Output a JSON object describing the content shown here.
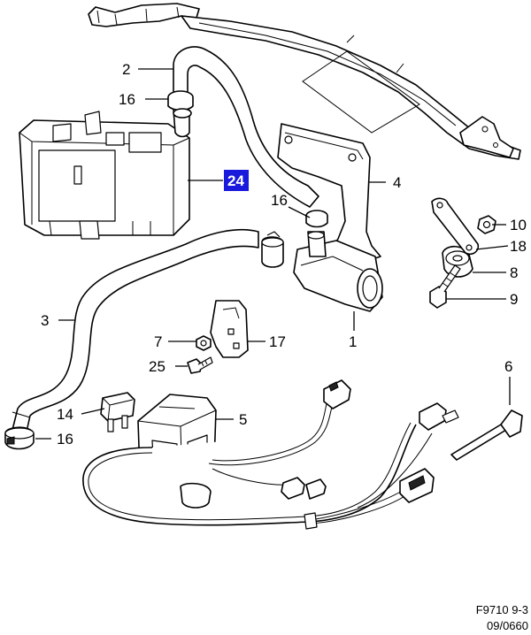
{
  "callouts": {
    "c2": "2",
    "c16a": "16",
    "c24": "24",
    "c4": "4",
    "c16b": "16",
    "c10": "10",
    "c18": "18",
    "c8": "8",
    "c9": "9",
    "c3": "3",
    "c7": "7",
    "c17": "17",
    "c1": "1",
    "c25": "25",
    "c6": "6",
    "c14": "14",
    "c5": "5",
    "c16c": "16"
  },
  "highlight_color": "#1a1adc",
  "footer": {
    "line1": "F9710 9-3",
    "line2": "09/0660"
  }
}
